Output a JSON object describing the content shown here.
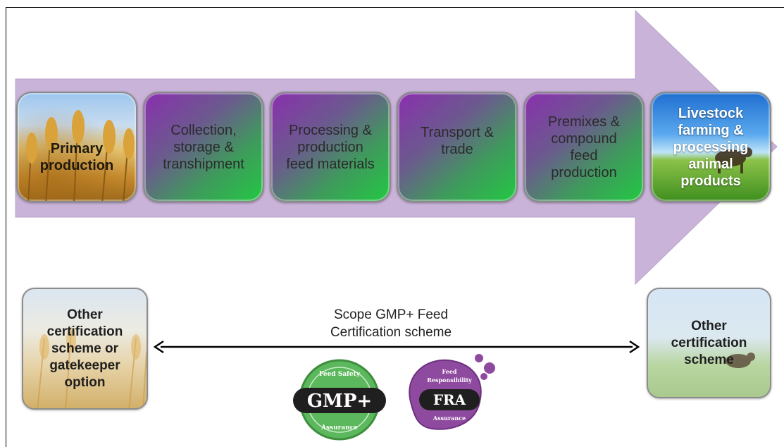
{
  "stages": [
    {
      "label_1": "Primary",
      "label_2": "production"
    },
    {
      "label_1": "Collection,",
      "label_2": "storage &",
      "label_3": "transhipment"
    },
    {
      "label_1": "Processing  &",
      "label_2": "production",
      "label_3": "feed materials"
    },
    {
      "label_1": "Transport &",
      "label_2": "trade"
    },
    {
      "label_1": "Premixes &",
      "label_2": "compound",
      "label_3": "feed",
      "label_4": "production"
    },
    {
      "label_1": "Livestock",
      "label_2": "farming &",
      "label_3": "processing",
      "label_4": "animal",
      "label_5": "products"
    }
  ],
  "left_box": {
    "l1": "Other",
    "l2": "certification",
    "l3": "scheme or",
    "l4": "gatekeeper",
    "l5": "option"
  },
  "right_box": {
    "l1": "Other",
    "l2": "certification",
    "l3": "scheme"
  },
  "scope": {
    "line1": "Scope GMP+ Feed",
    "line2": "Certification scheme"
  },
  "logos": {
    "gmp": {
      "main": "GMP+",
      "top": "Feed Safety",
      "bottom": "Assurance"
    },
    "fra": {
      "main": "FRA",
      "top_1": "Feed",
      "top_2": "Responsibility",
      "bottom": "Assurance"
    }
  },
  "colors": {
    "arrow": "#c9b3d8",
    "stage_purple": "#8a2fae",
    "stage_green": "#22c843",
    "gmp_green": "#5cb85c",
    "fra_purple": "#8e4a9f"
  }
}
